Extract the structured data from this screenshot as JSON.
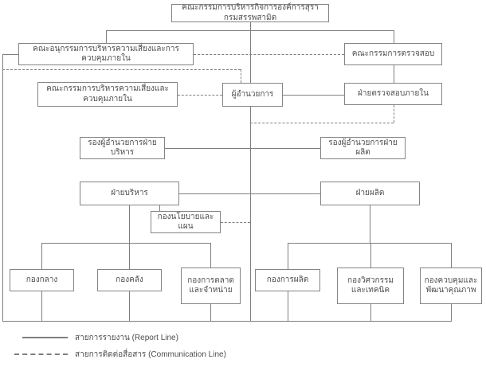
{
  "diagram_type": "organization-chart",
  "nodes": {
    "board": {
      "label": "คณะกรรมการบริหารกิจการองค์การสุรา กรมสรรพสามิต"
    },
    "risk_subcommittee": {
      "label": "คณะอนุกรรมการบริหารความเสี่ยงและการควบคุมภายใน"
    },
    "audit_committee": {
      "label": "คณะกรรมการตรวจสอบ"
    },
    "risk_committee": {
      "label": "คณะกรรมการบริหารความเสี่ยงและควบคุมภายใน"
    },
    "director": {
      "label": "ผู้อำนวยการ"
    },
    "internal_audit": {
      "label": "ฝ่ายตรวจสอบภายใน"
    },
    "deputy_admin": {
      "label": "รองผู้อำนวยการฝ่ายบริหาร"
    },
    "deputy_production": {
      "label": "รองผู้อำนวยการฝ่ายผลิต"
    },
    "admin_department": {
      "label": "ฝ่ายบริหาร"
    },
    "production_department": {
      "label": "ฝ่ายผลิต"
    },
    "policy_planning": {
      "label": "กองนโยบายและแผน"
    },
    "general_division": {
      "label": "กองกลาง"
    },
    "finance_division": {
      "label": "กองคลัง"
    },
    "marketing_division": {
      "label": "กองการตลาดและจำหน่าย"
    },
    "production_division": {
      "label": "กองการผลิต"
    },
    "engineering_division": {
      "label": "กองวิศวกรรมและเทคนิค"
    },
    "quality_division": {
      "label": "กองควบคุมและพัฒนาคุณภาพ"
    }
  },
  "legend": {
    "report_line": {
      "label": "สายการรายงาน (Report Line)",
      "style": "solid"
    },
    "communication_line": {
      "label": "สายการติดต่อสื่อสาร (Communication Line)",
      "style": "dashed"
    }
  },
  "colors": {
    "line": "#7f7f7f",
    "border": "#848484",
    "text": "#4d4d4d",
    "background": "#ffffff"
  }
}
